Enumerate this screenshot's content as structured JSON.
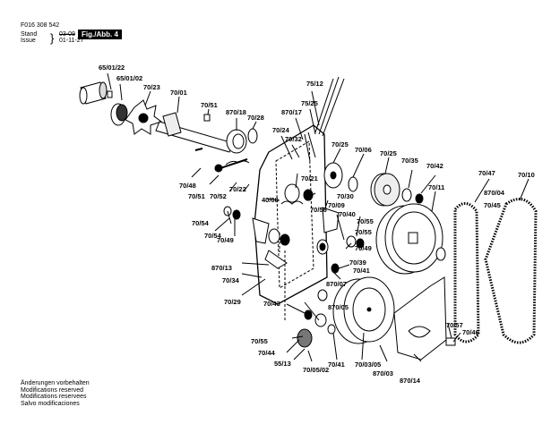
{
  "header": {
    "doc_number": "F016 308 542",
    "stand_label": "Stand",
    "stand_value": "03-09",
    "issue_label": "Issue",
    "issue_value": "01-11-27",
    "figure_label": "Fig./Abb. 4"
  },
  "footer": {
    "lines": [
      "Änderungen vorbehalten",
      "Modifications reserved",
      "Modifications reservees",
      "Salvo modificaciones"
    ]
  },
  "part_labels": [
    "65/01/22",
    "65/01/02",
    "70/23",
    "70/01",
    "70/51",
    "870/18",
    "70/28",
    "75/12",
    "75/25",
    "870/17",
    "70/24",
    "70/32",
    "70/25",
    "70/06",
    "70/25",
    "70/35",
    "70/42",
    "70/47",
    "70/10",
    "70/11",
    "870/04",
    "70/45",
    "70/48",
    "70/51",
    "70/52",
    "70/22",
    "70/21",
    "40/08",
    "70/30",
    "70/09",
    "70/56",
    "70/40",
    "70/55",
    "70/54",
    "70/54",
    "70/49",
    "70/55",
    "70/49",
    "70/39",
    "870/13",
    "70/34",
    "70/41",
    "870/07",
    "70/29",
    "70/43",
    "870/05",
    "70/55",
    "70/44",
    "55/13",
    "70/05/02",
    "70/41",
    "70/03/05",
    "870/03",
    "870/14",
    "70/57",
    "70/46"
  ]
}
